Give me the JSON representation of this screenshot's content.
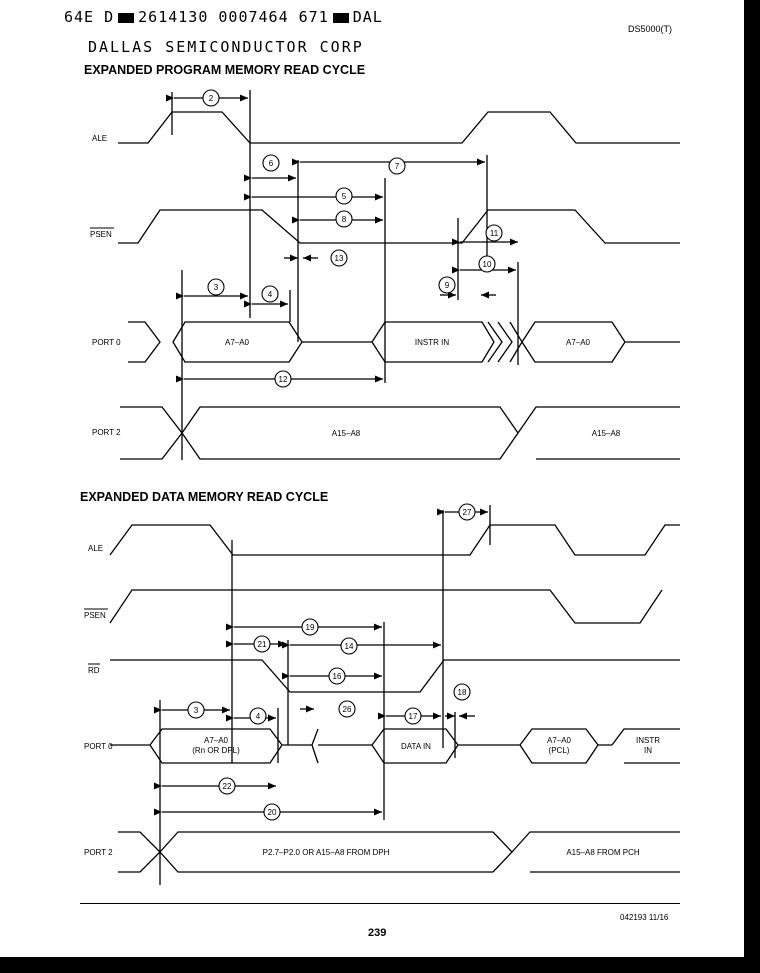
{
  "header": {
    "code_part1": "64E D",
    "code_part2": "2614130 0007464 671",
    "code_part3": "DAL",
    "company": "DALLAS SEMICONDUCTOR CORP",
    "part_number": "DS5000(T)"
  },
  "section1": {
    "title": "EXPANDED PROGRAM MEMORY READ CYCLE",
    "signals": {
      "ale": "ALE",
      "psen": "PSEN",
      "port0": "PORT 0",
      "port2": "PORT 2"
    },
    "bus_labels": {
      "p0_addr": "A7–A0",
      "p0_instr": "INSTR IN",
      "p0_addr2": "A7–A0",
      "p2_addr": "A15–A8",
      "p2_addr2": "A15–A8"
    },
    "timing_numbers": [
      "2",
      "6",
      "7",
      "5",
      "8",
      "11",
      "13",
      "10",
      "9",
      "3",
      "4",
      "12"
    ]
  },
  "section2": {
    "title": "EXPANDED DATA MEMORY READ CYCLE",
    "signals": {
      "ale": "ALE",
      "psen": "PSEN",
      "rd": "RD",
      "port0": "PORT 0",
      "port2": "PORT 2"
    },
    "bus_labels": {
      "p0_addr_line1": "A7–A0",
      "p0_addr_line2": "(Rn OR DPL)",
      "p0_data": "DATA IN",
      "p0_pcl_line1": "A7–A0",
      "p0_pcl_line2": "(PCL)",
      "p0_instr_line1": "INSTR",
      "p0_instr_line2": "IN",
      "p2_addr": "P2.7–P2.0 OR A15–A8 FROM DPH",
      "p2_addr2": "A15–A8 FROM PCH"
    },
    "timing_numbers": [
      "27",
      "19",
      "21",
      "14",
      "16",
      "3",
      "4",
      "26",
      "17",
      "18",
      "22",
      "20"
    ]
  },
  "footer": {
    "code": "042193 11/16",
    "page_number": "239"
  }
}
